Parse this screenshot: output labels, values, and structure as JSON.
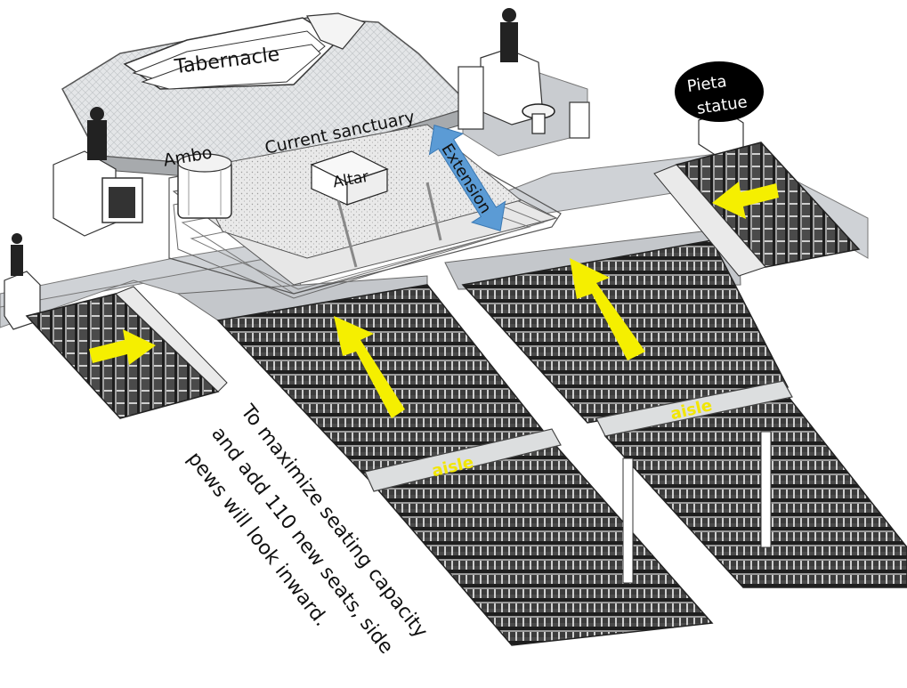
{
  "labels": {
    "tabernacle": "Tabernacle",
    "current_sanctuary": "Current sanctuary",
    "ambo": "Ambo",
    "altar": "Altar",
    "extension": "Extension",
    "pieta_line1": "Pieta",
    "pieta_line2": "statue",
    "aisle_left": "aisle",
    "aisle_right": "aisle"
  },
  "note_lines": [
    "To maximize seating capacity",
    "and add 110 new seats, side",
    "pews will look inward."
  ],
  "colors": {
    "arrow_yellow": "#f5ef00",
    "extension_blue": "#5b9bd5",
    "pew_dark": "#3a3a3a",
    "floor_gray": "#cfd2d6",
    "aisle_label": "#f2e600"
  }
}
